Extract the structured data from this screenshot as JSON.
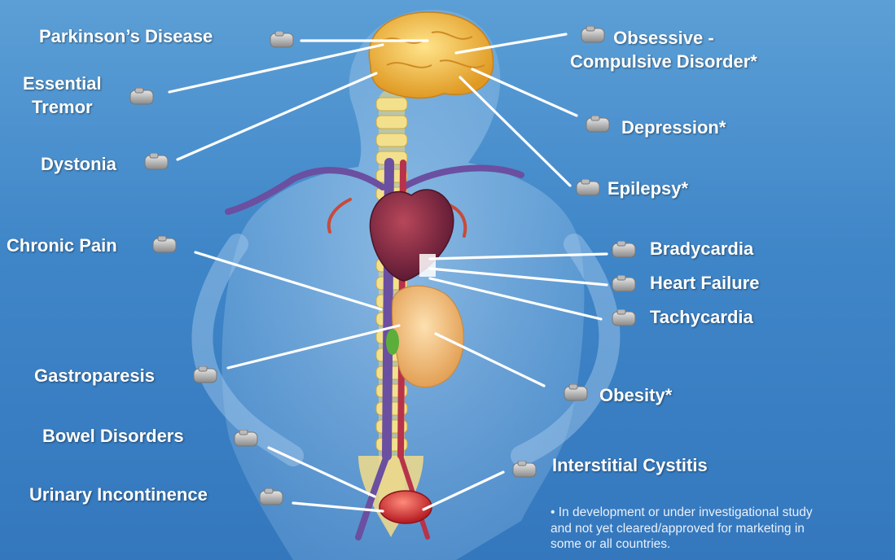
{
  "labels": {
    "parkinsons": "Parkinson’s Disease",
    "essential_tremor_1": "Essential",
    "essential_tremor_2": "Tremor",
    "dystonia": "Dystonia",
    "chronic_pain": "Chronic Pain",
    "gastroparesis": "Gastroparesis",
    "bowel": "Bowel Disorders",
    "urinary": "Urinary Incontinence",
    "ocd_1": "Obsessive -",
    "ocd_2": "Compulsive Disorder*",
    "depression": "Depression*",
    "epilepsy": "Epilepsy*",
    "bradycardia": "Bradycardia",
    "heart_failure": "Heart Failure",
    "tachycardia": "Tachycardia",
    "obesity": "Obesity*",
    "interstitial": "Interstitial Cystitis"
  },
  "footnote": {
    "line1": "• In development or under investigational study",
    "line2": "and not yet cleared/approved for marketing in",
    "line3": "some or all countries."
  },
  "icons": {
    "device": "neurostimulator-device-icon"
  },
  "colors": {
    "background_top": "#5c9fd6",
    "background_bottom": "#3477bd",
    "label_text": "#ffffff",
    "brain": "#f2b93a",
    "heart": "#8c2b3e",
    "stomach": "#f3b86a",
    "bladder": "#d63a3a",
    "spine": "#f0d87a",
    "vessels": "#6b4fa0"
  }
}
